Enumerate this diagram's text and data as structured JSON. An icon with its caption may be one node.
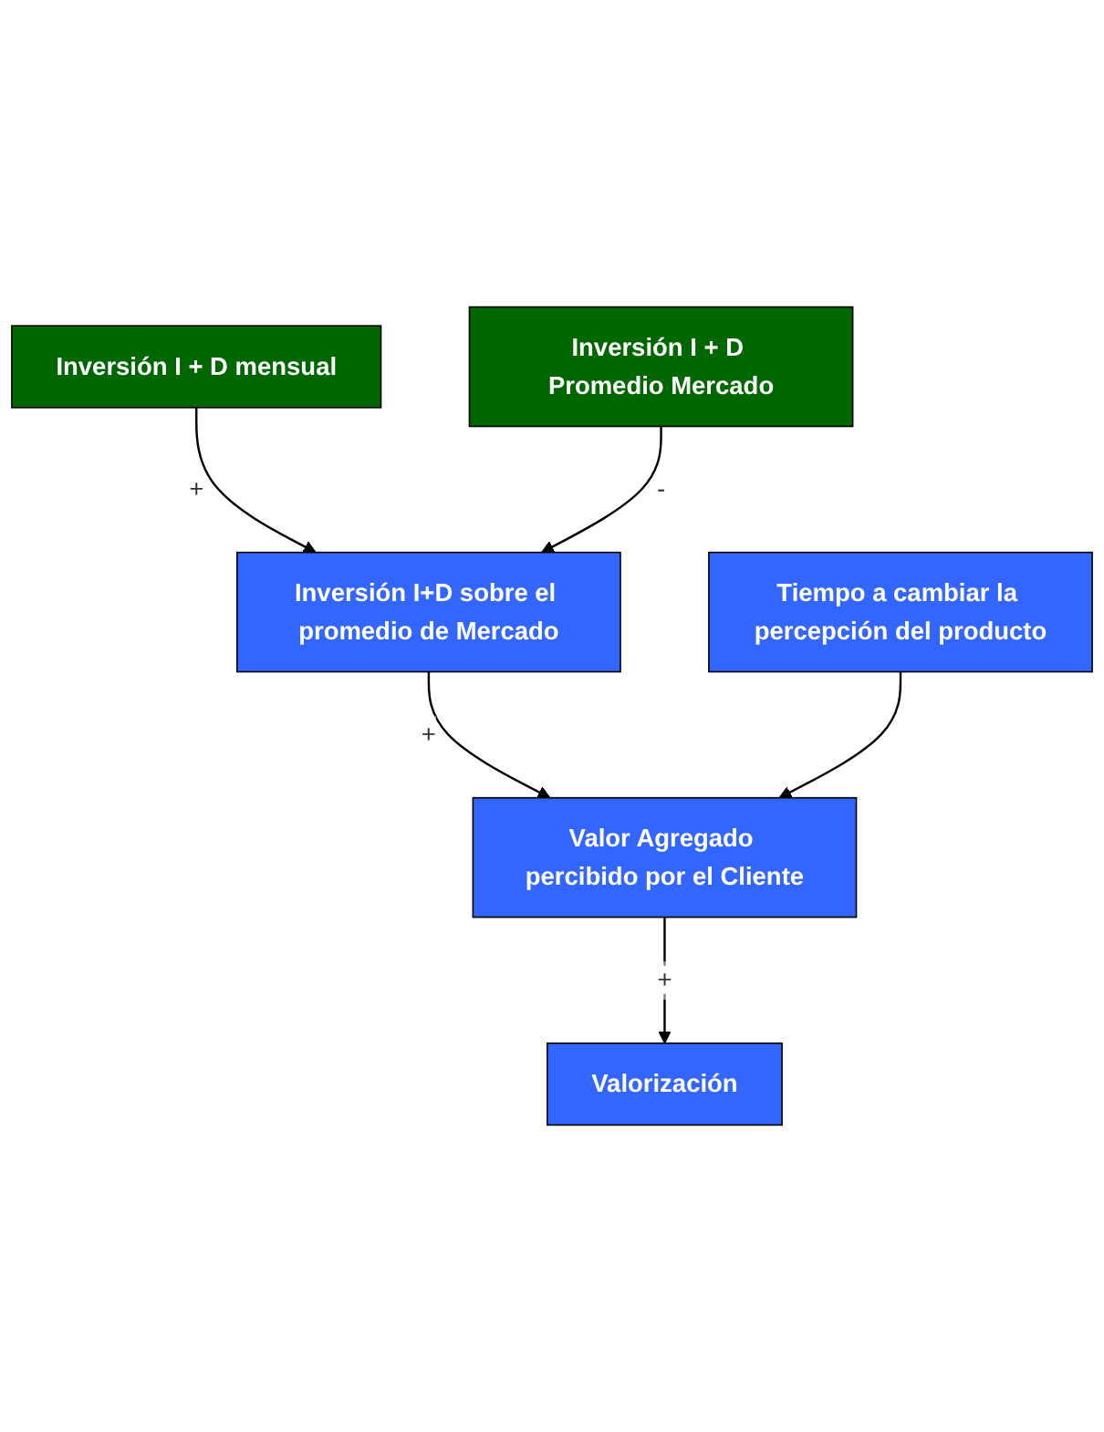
{
  "diagram": {
    "nodes": [
      {
        "text": [
          "Inversión I + D mensual"
        ]
      },
      {
        "text": [
          "Inversión I + D Promedio Mercado"
        ]
      },
      {
        "text": [
          "Inversión I+D sobre el promedio de Mercado"
        ]
      },
      {
        "text": [
          "Tiempo a cambiar la percepción del producto"
        ]
      },
      {
        "text": [
          "Valor Agregado percibido por el Cliente"
        ]
      },
      {
        "text": [
          "Valorización"
        ]
      }
    ],
    "edges": [
      {
        "from": 0,
        "to": 2,
        "arrow": "to",
        "label": "+"
      },
      {
        "from": 1,
        "to": 2,
        "arrow": "to",
        "label": "-"
      },
      {
        "from": 2,
        "to": 4,
        "arrow": "to",
        "label": "+"
      },
      {
        "from": 3,
        "to": 4,
        "arrow": "to"
      },
      {
        "from": 4,
        "to": 5,
        "arrow": "to",
        "label": "+"
      }
    ]
  }
}
